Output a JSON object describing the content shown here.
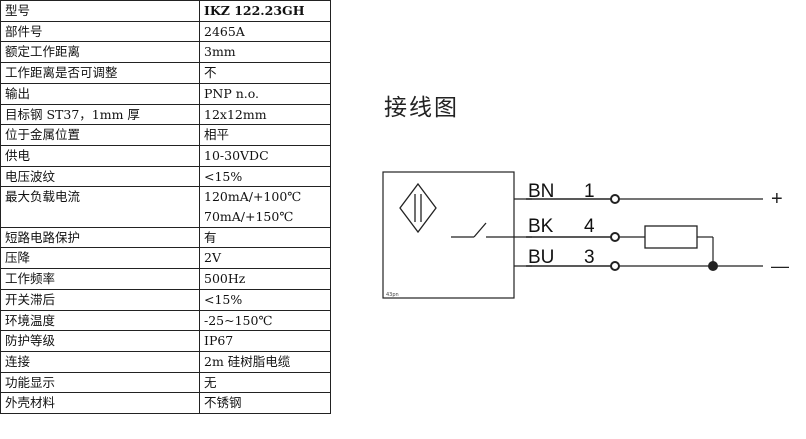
{
  "spec_table": {
    "rows": [
      {
        "key": "型号",
        "value": "IKZ 122.23GH"
      },
      {
        "key": "部件号",
        "value": "2465A"
      },
      {
        "key": "额定工作距离",
        "value": "3mm"
      },
      {
        "key": "工作距离是否可调整",
        "value": "不"
      },
      {
        "key": "输出",
        "value": "PNP n.o."
      },
      {
        "key": "目标钢 ST37，1mm 厚",
        "value": "12x12mm"
      },
      {
        "key": "位于金属位置",
        "value": "相平"
      },
      {
        "key": "供电",
        "value": "10-30VDC"
      },
      {
        "key": "电压波纹",
        "value": "<15%"
      },
      {
        "key": "最大负载电流",
        "value": "120mA/+100℃",
        "value2": "70mA/+150℃"
      },
      {
        "key": "短路电路保护",
        "value": "有"
      },
      {
        "key": "压降",
        "value": "2V"
      },
      {
        "key": "工作频率",
        "value": "500Hz"
      },
      {
        "key": "开关滞后",
        "value": "<15%"
      },
      {
        "key": "环境温度",
        "value": "-25~150℃"
      },
      {
        "key": "防护等级",
        "value": "IP67"
      },
      {
        "key": "连接",
        "value": "2m 硅树脂电缆"
      },
      {
        "key": "功能显示",
        "value": "无"
      },
      {
        "key": "外壳材料",
        "value": "不锈钢"
      }
    ]
  },
  "wiring": {
    "title": "接线图",
    "wires": [
      {
        "color": "BN",
        "pin": "1"
      },
      {
        "color": "BK",
        "pin": "4"
      },
      {
        "color": "BU",
        "pin": "3"
      }
    ],
    "plus_sign": "+",
    "minus_sign": "—",
    "corner_mark": "43pn"
  }
}
